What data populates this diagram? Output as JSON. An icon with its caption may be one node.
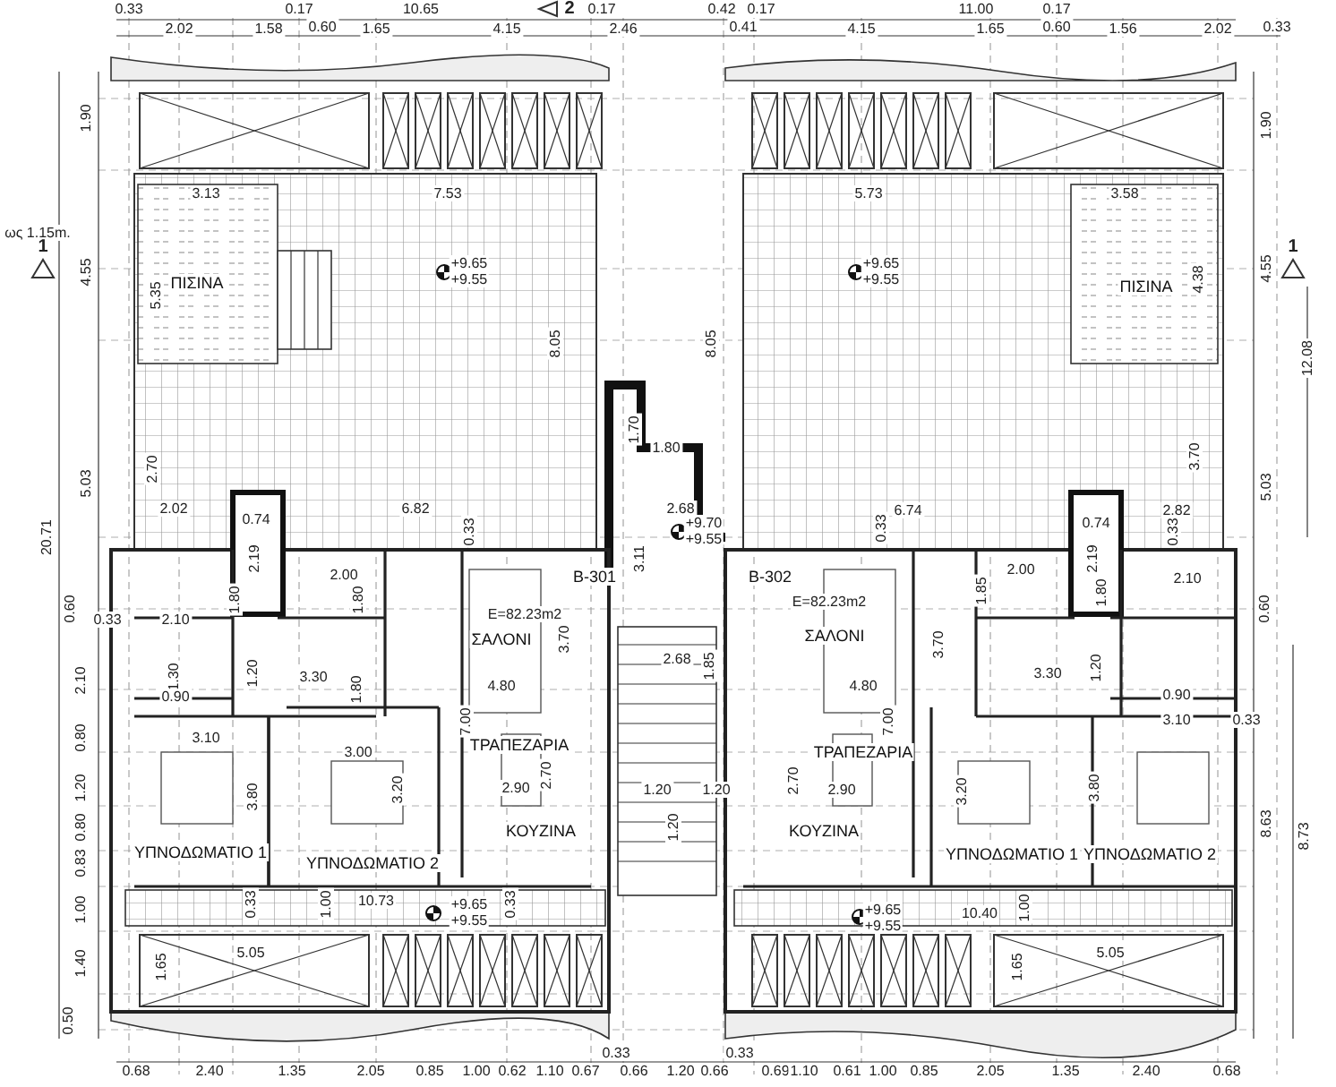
{
  "diagram": {
    "nodes": [
      {
        "text": [
          "ΠΙΣΙΝΑ"
        ]
      },
      {
        "text": [
          "ΠΙΣΙΝΑ"
        ]
      },
      {
        "text": [
          "ΣΑΛΟΝΙ"
        ]
      },
      {
        "text": [
          "B-301"
        ]
      },
      {
        "text": [
          "B-302"
        ]
      },
      {
        "text": [
          "ΣΑΛΟΝΙ"
        ]
      },
      {
        "text": [
          "ΤΡΑΠΕΖΑΡΙΑ"
        ]
      },
      {
        "text": [
          "ΚΟΥΖΙΝΑ"
        ]
      },
      {
        "text": [
          "ΥΠΝΟΔΩΜΑΤΙΟ 1"
        ]
      },
      {
        "text": [
          "ΥΠΝΟΔΩΜΑΤΙΟ 2"
        ]
      },
      {
        "text": [
          "ΤΡΑΠΕΖΑΡΙΑ"
        ]
      },
      {
        "text": [
          "ΚΟΥΖΙΝΑ"
        ]
      },
      {
        "text": [
          "ΥΠΝΟΔΩΜΑΤΙΟ 1"
        ]
      },
      {
        "text": [
          "ΥΠΝΟΔΩΜΑΤΙΟ 2"
        ]
      }
    ],
    "labels": [
      "0.33",
      "0.17",
      "10.65",
      "2",
      "0.17",
      "0.42",
      "0.17",
      "11.00",
      "0.17",
      "2.02",
      "1.58",
      "0.60",
      "1.65",
      "4.15",
      "2.46",
      "0.41",
      "4.15",
      "1.65",
      "0.60",
      "1.56",
      "2.02",
      "0.33",
      "1.90",
      "1.90",
      "3.13",
      "7.53",
      "5.73",
      "3.58",
      "ως 1.15m.",
      "1",
      "1",
      "+9.65",
      "+9.55",
      "+9.65",
      "+9.55",
      "4.55",
      "4.38",
      "4.55",
      "5.35",
      "8.05",
      "8.05",
      "12.08",
      "1.70",
      "1.80",
      "2.70",
      "3.70",
      "5.03",
      "5.03",
      "2.02",
      "0.74",
      "6.82",
      "2.68",
      "+9.70",
      "6.74",
      "0.74",
      "2.82",
      "20.71",
      "2.19",
      "0.33",
      "3.11",
      "+9.55",
      "0.33",
      "2.19",
      "0.33",
      "0.60",
      "0.33",
      "2.10",
      "1.80",
      "2.00",
      "1.80",
      "E=82.23m2",
      "E=82.23m2",
      "1.85",
      "2.00",
      "1.80",
      "2.10",
      "0.60",
      "3.70",
      "2.68",
      "1.85",
      "3.70",
      "2.10",
      "1.30",
      "0.90",
      "1.20",
      "3.30",
      "1.80",
      "4.80",
      "4.80",
      "3.30",
      "1.20",
      "0.90",
      "0.80",
      "3.10",
      "7.00",
      "7.00",
      "3.10",
      "0.33",
      "3.00",
      "1.20",
      "3.80",
      "3.20",
      "2.90",
      "2.70",
      "1.20",
      "1.20",
      "2.70",
      "2.90",
      "3.20",
      "3.80",
      "0.80",
      "1.20",
      "8.63",
      "8.73",
      "0.83",
      "1.00",
      "0.33",
      "1.00",
      "10.73",
      "+9.65",
      "+9.55",
      "0.33",
      "+9.65",
      "+9.55",
      "10.40",
      "1.00",
      "1.40",
      "1.65",
      "5.05",
      "1.65",
      "5.05",
      "0.50",
      "0.33",
      "0.33",
      "0.68",
      "2.40",
      "1.35",
      "2.05",
      "0.85",
      "1.00",
      "0.62",
      "1.10",
      "0.67",
      "0.66",
      "1.20",
      "0.66",
      "0.69",
      "1.10",
      "0.61",
      "1.00",
      "0.85",
      "2.05",
      "1.35",
      "2.40",
      "0.68"
    ]
  }
}
